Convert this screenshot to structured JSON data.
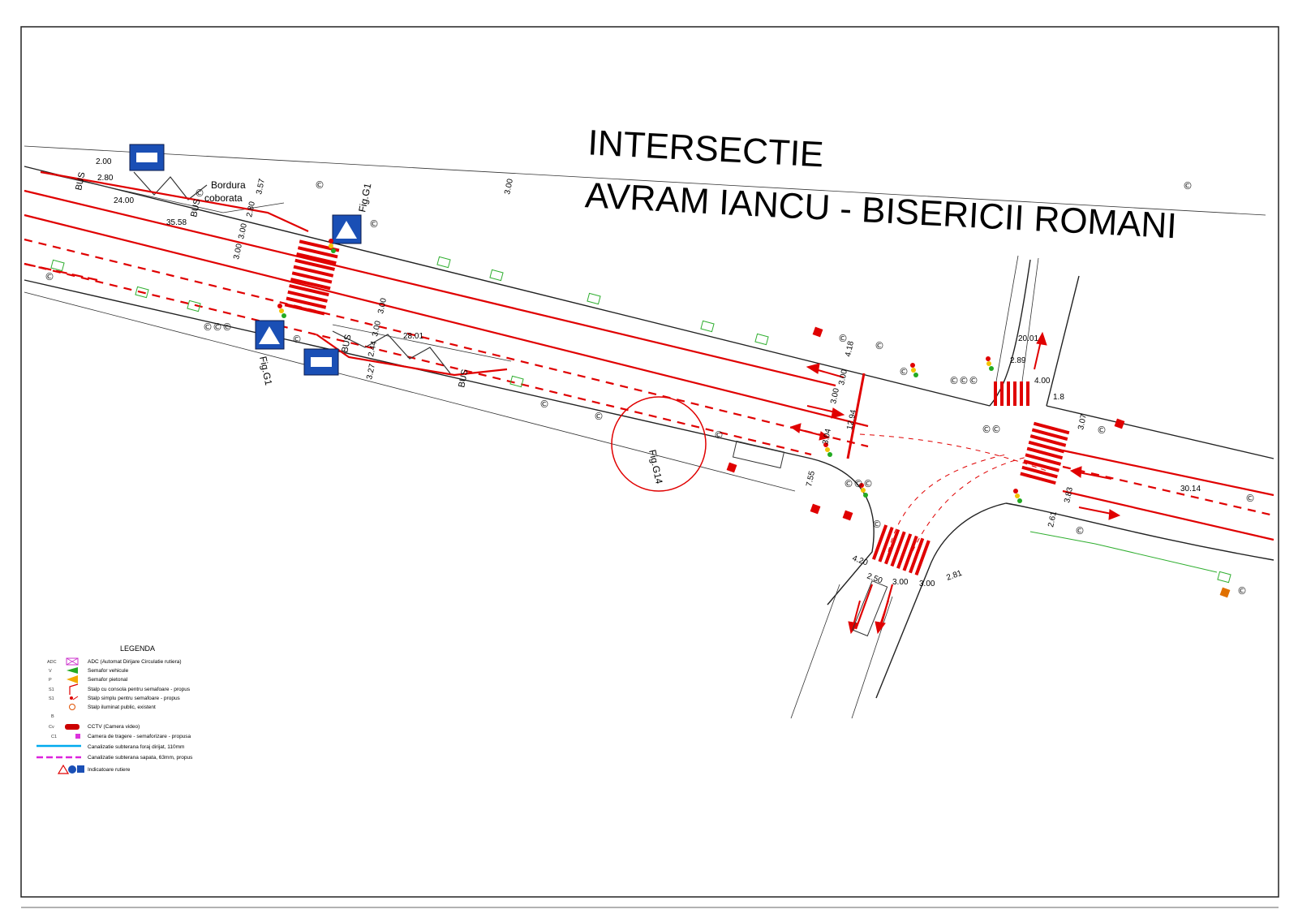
{
  "title": {
    "line1": "INTERSECTIE",
    "line2": "AVRAM IANCU - BISERICII ROMANI"
  },
  "labels": {
    "bordura": "Bordura",
    "coborata": "coborata",
    "fig_g1_top": "Fig.G1",
    "fig_g1_bottom": "Fig.G1",
    "fig_g14": "Fig.G14",
    "bus": "BUS"
  },
  "dimensions": {
    "d_2_00": "2.00",
    "d_2_80": "2.80",
    "d_24_00": "24.00",
    "d_35_58": "35.58",
    "d_3_57": "3.57",
    "d_2_80b": "2.80",
    "d_3_00a": "3.00",
    "d_3_00b": "3.00",
    "d_3_00c": "3.00",
    "d_28_01": "28.01",
    "d_3_00d": "3.00",
    "d_3_00e": "3.00",
    "d_2_44": "2.44",
    "d_3_27": "3.27",
    "d_4_18": "4.18",
    "d_3_00f": "3.00",
    "d_3_00g": "3.00",
    "d_12_94": "12.94",
    "d_3_04": "3.04",
    "d_7_55": "7.55",
    "d_20_01": "20.01",
    "d_2_89": "2.89",
    "d_4_00": "4.00",
    "d_1_8": "1.8",
    "d_3_07": "3.07",
    "d_30_14": "30.14",
    "d_3_83": "3.83",
    "d_2_61": "2.61",
    "d_4_20": "4.20",
    "d_2_50": "2.50",
    "d_3_00h": "3.00",
    "d_3_00i": "3.00",
    "d_2_81": "2.81"
  },
  "legend": {
    "title": "LEGENDA",
    "items": [
      {
        "code": "ADC",
        "text": "ADC (Automat Dirijare Circulatie rutiera)",
        "color": "#cc33cc",
        "icon": "adc-box-icon"
      },
      {
        "code": "V",
        "text": "Semafor vehicule",
        "color": "#22aa22",
        "icon": "vehicle-signal-icon"
      },
      {
        "code": "P",
        "text": "Semafor pietonal",
        "color": "#f2a900",
        "icon": "pedestrian-signal-icon"
      },
      {
        "code": "S1",
        "text": "Stalp cu consola pentru semafoare - propus",
        "color": "#e00000",
        "icon": "console-pole-icon"
      },
      {
        "code": "S1",
        "text": "Stalp simplu pentru semafoare - propus",
        "color": "#e00000",
        "icon": "simple-pole-icon"
      },
      {
        "code": "",
        "text": "Stalp iluminat public, existent",
        "color": "#e05000",
        "icon": "street-light-icon"
      },
      {
        "code": "B",
        "text": "",
        "color": "#000000",
        "icon": ""
      },
      {
        "code": "Cv",
        "text": "CCTV (Camera video)",
        "color": "#cc0000",
        "icon": "cctv-camera-icon"
      },
      {
        "code": "C1",
        "text": "Camera de tragere - semaforizare - propusa",
        "color": "#dd33dd",
        "icon": "pull-chamber-icon"
      },
      {
        "code": "",
        "text": "Canalizatie subterana foraj dirijat, 110mm",
        "color": "#00aaee",
        "icon": "cyan-line-icon"
      },
      {
        "code": "",
        "text": "Canalizatie subterana sapata, 63mm, propus",
        "color": "#dd22dd",
        "icon": "magenta-dash-icon"
      },
      {
        "code": "",
        "text": "Indicatoare rutiere",
        "color": "#1a4fb5",
        "icon": "road-signs-icon"
      }
    ]
  },
  "colors": {
    "marking_red": "#e00000",
    "sign_blue": "#1a4fb5",
    "existing_green": "#2fae2f"
  }
}
